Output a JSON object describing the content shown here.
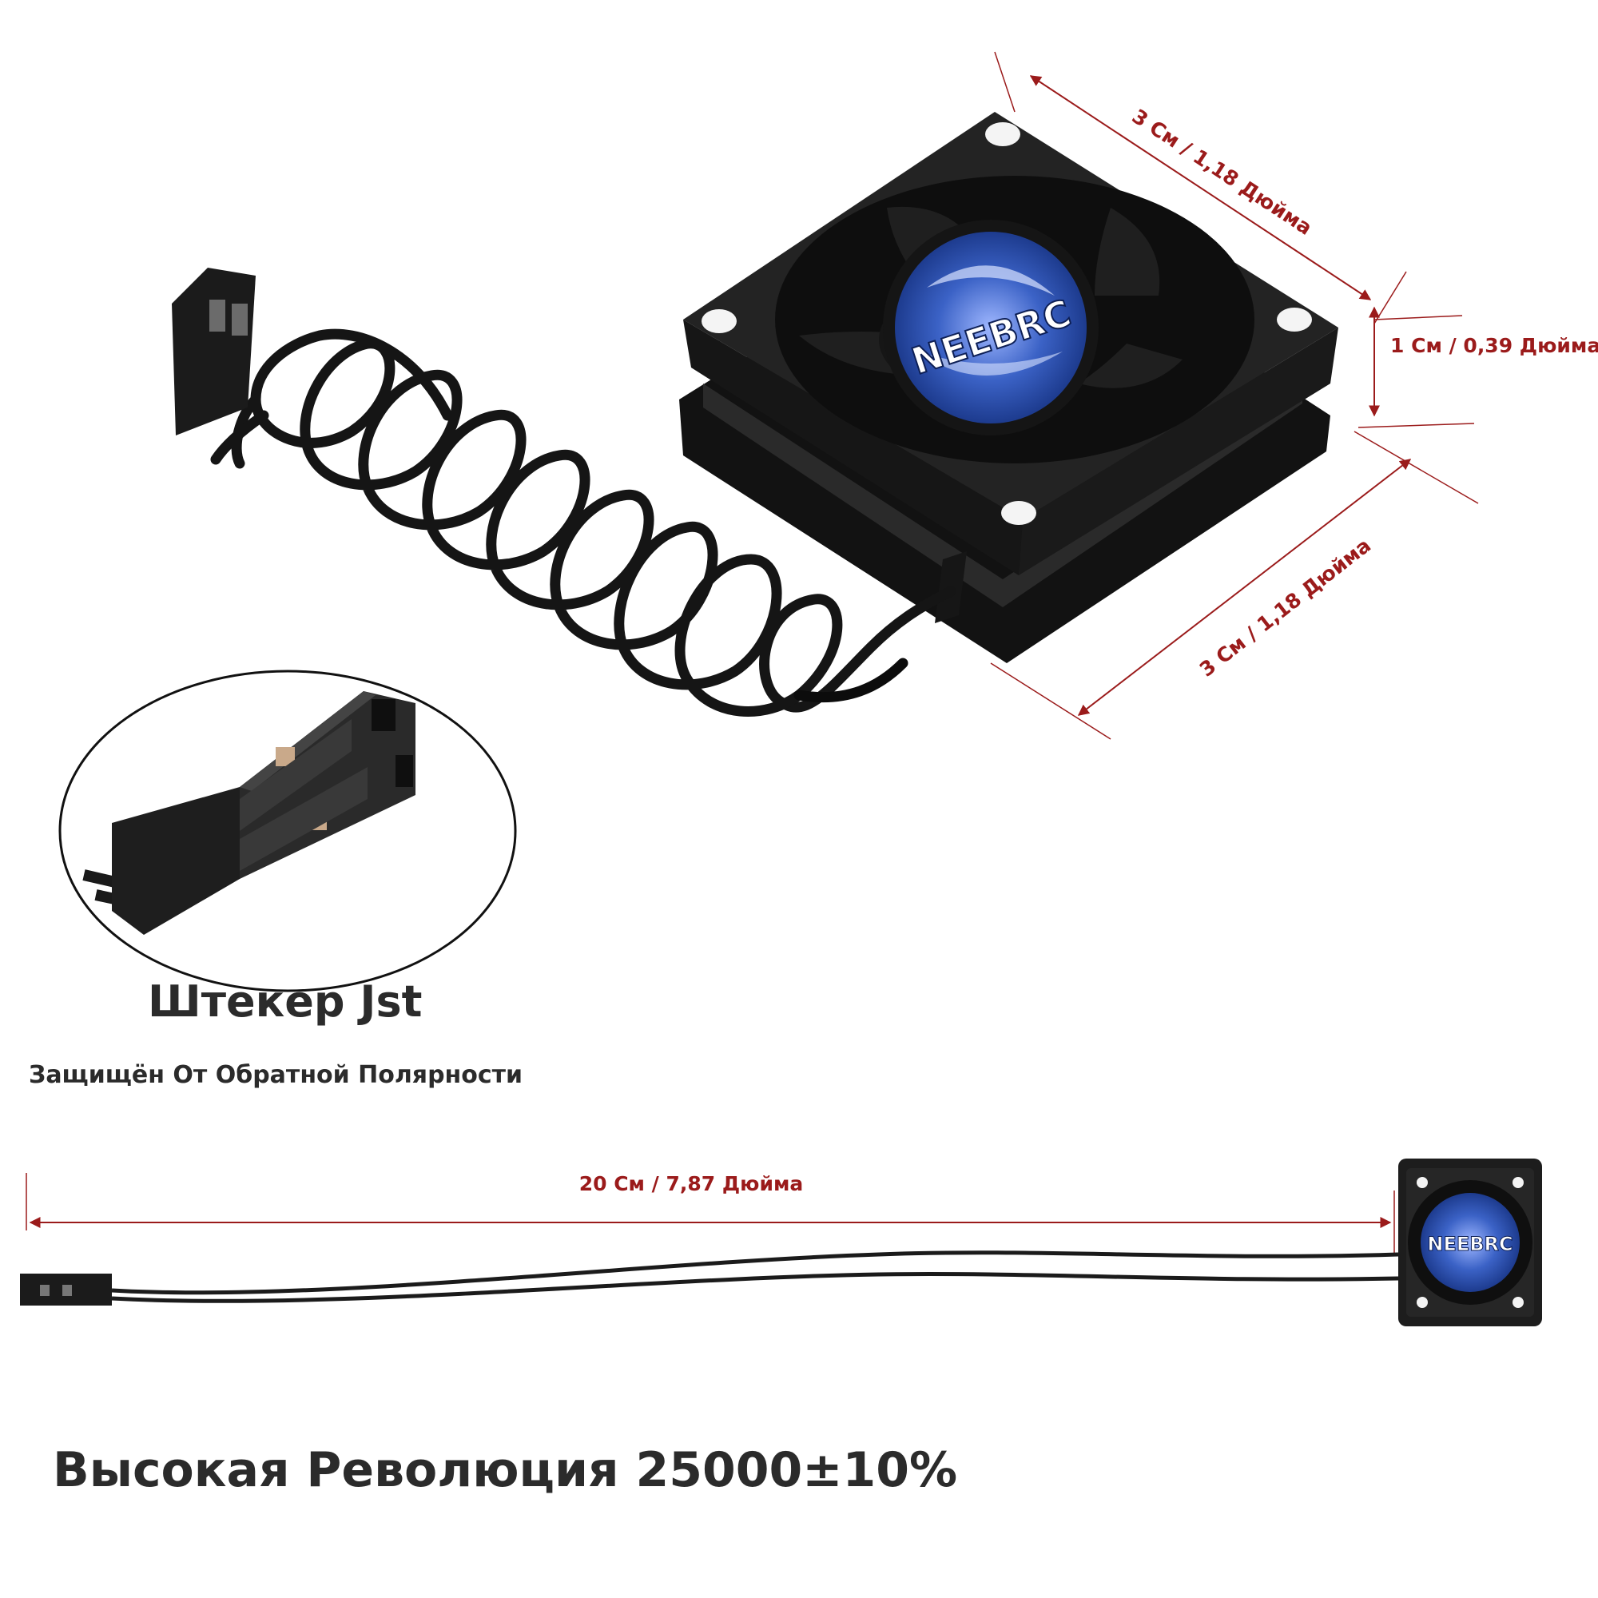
{
  "dimensions": {
    "top_edge": "3 См / 1,18 Дюйма",
    "thickness": "1 См / 0,39 Дюйма",
    "side_edge": "3 См / 1,18 Дюйма",
    "cable_length": "20 См / 7,87 Дюйма"
  },
  "logo_text": "NEEBRC",
  "connector": {
    "title": "Штекер Jst",
    "subtitle": "Защищён От Обратной Полярности"
  },
  "rpm_text": "Высокая Революция 25000±10%",
  "colors": {
    "dimension": "#9b1b1b",
    "logo_blue": "#2d56b8",
    "fan_body": "#1c1c1c",
    "caption": "#2b2b2b"
  }
}
